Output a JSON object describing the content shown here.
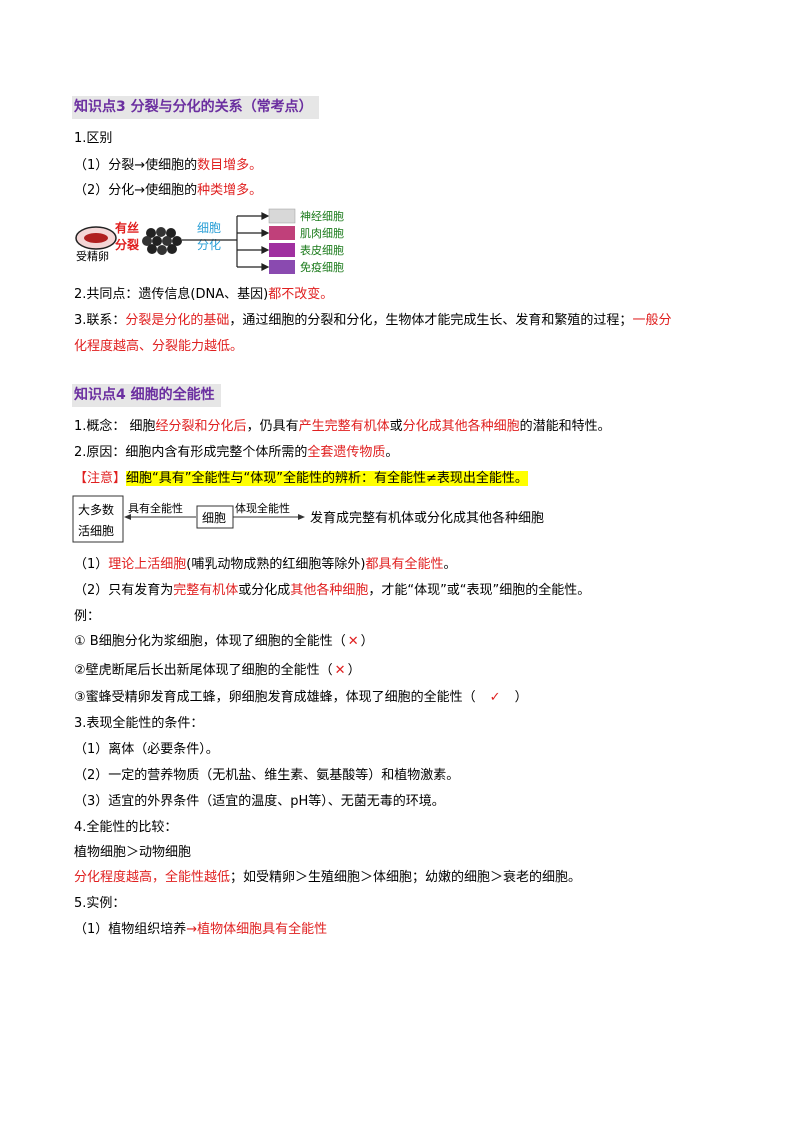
{
  "s3": {
    "heading": "知识点3  分裂与分化的关系（常考点）",
    "diff_title": "1.区别",
    "diff1_pre": "（1）分裂→使细胞的",
    "diff1_red": "数目增多。",
    "diff2_pre": "（2）分化→使细胞的",
    "diff2_red": "种类增多。",
    "diagram": {
      "egg_label": "受精卵",
      "mitosis_1": "有丝",
      "mitosis_2": "分裂",
      "diff_1": "细胞",
      "diff_2": "分化",
      "cells": [
        "神经细胞",
        "肌肉细胞",
        "表皮细胞",
        "免疫细胞"
      ]
    },
    "common_pre": "2.共同点：遗传信息(DNA、基因)",
    "common_red": "都不改变。",
    "link_pre": "3.联系：",
    "link_red1": "分裂是分化的基础",
    "link_mid": "，通过细胞的分裂和分化，生物体才能完成生长、发育和繁殖的过程；",
    "link_red2a": "一般分",
    "link_red2b": "化程度越高、分裂能力越低。"
  },
  "s4": {
    "heading": "知识点4  细胞的全能性",
    "concept_pre": "1.概念：  细胞",
    "concept_r1": "经分裂和分化后",
    "concept_m1": "，仍具有",
    "concept_r2": "产生完整有机体",
    "concept_m2": "或",
    "concept_r3": "分化成其他各种细胞",
    "concept_end": "的潜能和特性。",
    "reason_pre": "2.原因：细胞内含有形成完整个体所需的",
    "reason_red": "全套遗传物质",
    "reason_end": "。",
    "note_tag": "【注意】",
    "note_text": "细胞“具有”全能性与“体现”全能性的辨析：有全能性≠表现出全能性。",
    "flow": {
      "box1_a": "大多数",
      "box1_b": "活细胞",
      "arrow1": "具有全能性",
      "box2": "细胞",
      "arrow2": "体现全能性",
      "result": "发育成完整有机体或分化成其他各种细胞"
    },
    "p1_pre": "（1）",
    "p1_red1": "理论上活细胞",
    "p1_mid": "(哺乳动物成熟的红细胞等除外)",
    "p1_red2": "都具有全能性",
    "p1_end": "。",
    "p2_pre": "（2）只有发育为",
    "p2_red1": "完整有机体",
    "p2_mid": "或分化成",
    "p2_red2": "其他各种细胞",
    "p2_end": "，才能“体现”或“表现”细胞的全能性。",
    "example_title": "例：",
    "ex1_text": "① B细胞分化为浆细胞，体现了细胞的全能性（",
    "ex1_mark": "✕",
    "ex1_end": "）",
    "ex2_text": "②壁虎断尾后长出新尾体现了细胞的全能性（",
    "ex2_mark": "✕",
    "ex2_end": "）",
    "ex3_text": "③蜜蜂受精卵发育成工蜂，卵细胞发育成雄蜂，体现了细胞的全能性（",
    "ex3_mark": "✓",
    "ex3_end": "）",
    "cond_title": "3.表现全能性的条件：",
    "cond1": "（1）离体（必要条件）。",
    "cond2": "（2）一定的营养物质（无机盐、维生素、氨基酸等）和植物激素。",
    "cond3": "（3）适宜的外界条件（适宜的温度、pH等）、无菌无毒的环境。",
    "cmp_title": "4.全能性的比较：",
    "cmp_line": "植物细胞＞动物细胞",
    "cmp_red": "分化程度越高，全能性越低",
    "cmp_rest": "；如受精卵＞生殖细胞＞体细胞；幼嫩的细胞＞衰老的细胞。",
    "inst_title": "5.实例：",
    "inst1_pre": "（1）植物组织培养",
    "inst1_red": "→植物体细胞具有全能性"
  },
  "colors": {
    "heading": "#6b2fa0",
    "highlight": "#e02020",
    "note_bg": "#ffff00",
    "mitosis": "#e02020",
    "diff": "#2a9fd6"
  }
}
